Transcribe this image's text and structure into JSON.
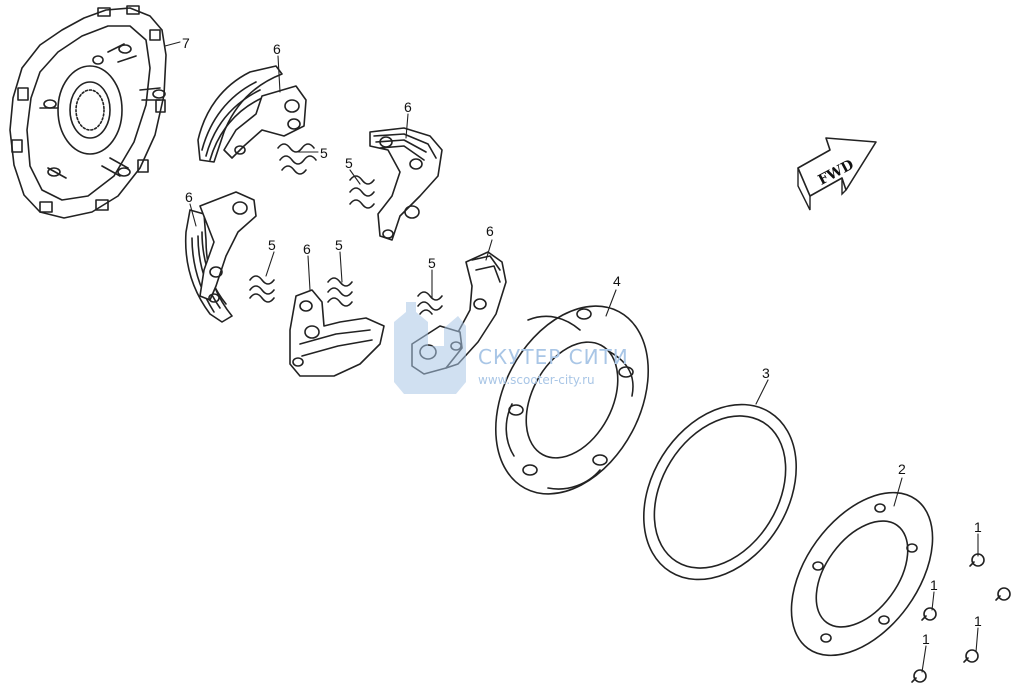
{
  "diagram": {
    "callouts": [
      {
        "id": "c7a",
        "text": "7"
      },
      {
        "id": "c6a",
        "text": "6"
      },
      {
        "id": "c5a",
        "text": "5"
      },
      {
        "id": "c6b",
        "text": "6"
      },
      {
        "id": "c5b",
        "text": "5"
      },
      {
        "id": "c6c",
        "text": "6"
      },
      {
        "id": "c5c",
        "text": "5"
      },
      {
        "id": "c6d",
        "text": "6"
      },
      {
        "id": "c5d",
        "text": "5"
      },
      {
        "id": "c5e",
        "text": "5"
      },
      {
        "id": "c6e",
        "text": "6"
      },
      {
        "id": "c4a",
        "text": "4"
      },
      {
        "id": "c3a",
        "text": "3"
      },
      {
        "id": "c2a",
        "text": "2"
      },
      {
        "id": "c1a",
        "text": "1"
      },
      {
        "id": "c1b",
        "text": "1"
      },
      {
        "id": "c1c",
        "text": "1"
      },
      {
        "id": "c1d",
        "text": "1"
      }
    ],
    "direction_arrow": {
      "text": "FWD"
    }
  },
  "watermark": {
    "name": "СКУТЕР СИТИ",
    "url": "www.scooter-city.ru",
    "color": "#a9c6e6"
  }
}
